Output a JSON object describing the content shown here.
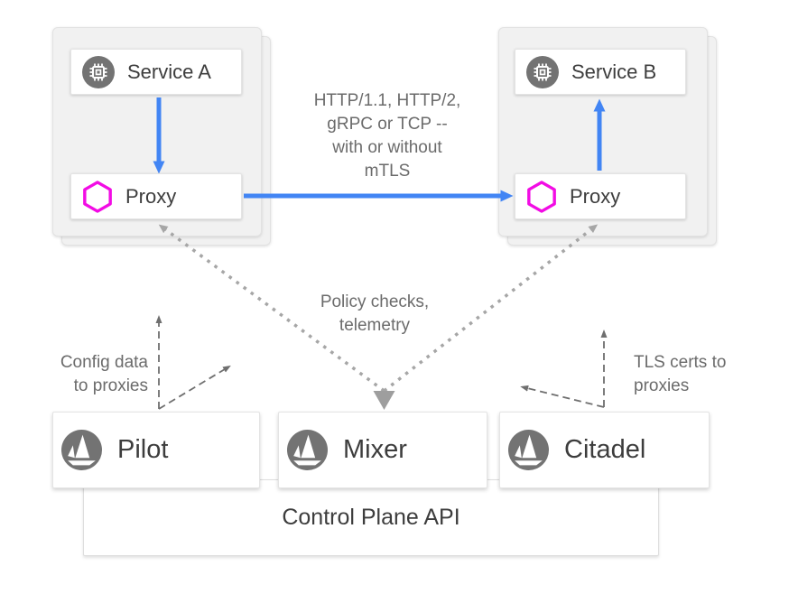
{
  "colors": {
    "blue": "#4285f4",
    "magenta": "#f20ce4",
    "icon_gray": "#737373",
    "dotted_gray": "#a6a6a6",
    "dotted_arrowhead": "#9e9e9e",
    "dashed_gray": "#6f6f6f",
    "pod_bg": "#f1f1f1",
    "label_dark": "#3d3d3d",
    "note_gray": "#6b6b6b"
  },
  "pods": {
    "left": {
      "service_label": "Service A",
      "proxy_label": "Proxy"
    },
    "right": {
      "service_label": "Service B",
      "proxy_label": "Proxy"
    }
  },
  "notes": {
    "protocols": {
      "lines": [
        "HTTP/1.1, HTTP/2,",
        "gRPC or TCP --",
        "with or without",
        "mTLS"
      ]
    },
    "policy": {
      "lines": [
        "Policy checks,",
        "telemetry"
      ]
    },
    "config": {
      "lines": [
        "Config data",
        "to proxies"
      ]
    },
    "tls": {
      "lines": [
        "TLS certs to",
        "proxies"
      ]
    }
  },
  "control_plane": {
    "api_label": "Control Plane API",
    "components": [
      {
        "label": "Pilot"
      },
      {
        "label": "Mixer"
      },
      {
        "label": "Citadel"
      }
    ]
  },
  "icons": {
    "service": "cpu-chip-icon",
    "proxy": "hexagon-icon",
    "component": "istio-sail-icon"
  }
}
